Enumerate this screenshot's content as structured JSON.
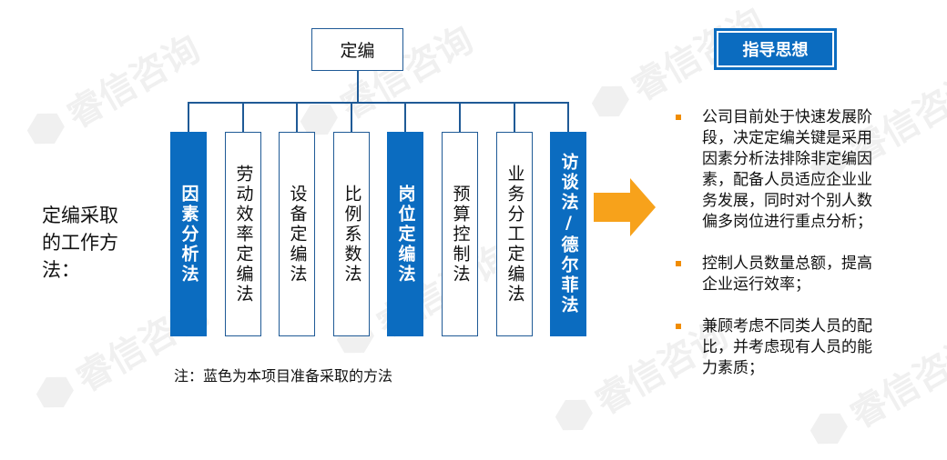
{
  "watermark": {
    "text": "睿信咨询"
  },
  "diagram": {
    "root": {
      "label": "定编"
    },
    "methods": [
      {
        "label": "因素分析法",
        "highlight": true
      },
      {
        "label": "劳动效率定编法",
        "highlight": false
      },
      {
        "label": "设备定编法",
        "highlight": false
      },
      {
        "label": "比例系数法",
        "highlight": false
      },
      {
        "label": "岗位定编法",
        "highlight": true
      },
      {
        "label": "预算控制法",
        "highlight": false
      },
      {
        "label": "业务分工定编法",
        "highlight": false
      },
      {
        "label": "访谈法/德尔菲法",
        "highlight": true
      }
    ],
    "left_label": "定编采取的工作方法：",
    "note": "注：蓝色为本项目准备采取的方法",
    "highlight_color": "#0b6cc0",
    "line_color": "#1f5a96"
  },
  "guide": {
    "title": "指导思想",
    "bullets": [
      "公司目前处于快速发展阶段，决定定编关键是采用因素分析法排除非定编因素，配备人员适应企业业务发展，同时对个别人数偏多岗位进行重点分析；",
      "控制人员数量总额，提高企业运行效率；",
      "兼顾考虑不同类人员的配比，并考虑现有人员的能力素质；"
    ],
    "bullet_color": "#f08c00",
    "arrow_color": "#f7a21b"
  }
}
